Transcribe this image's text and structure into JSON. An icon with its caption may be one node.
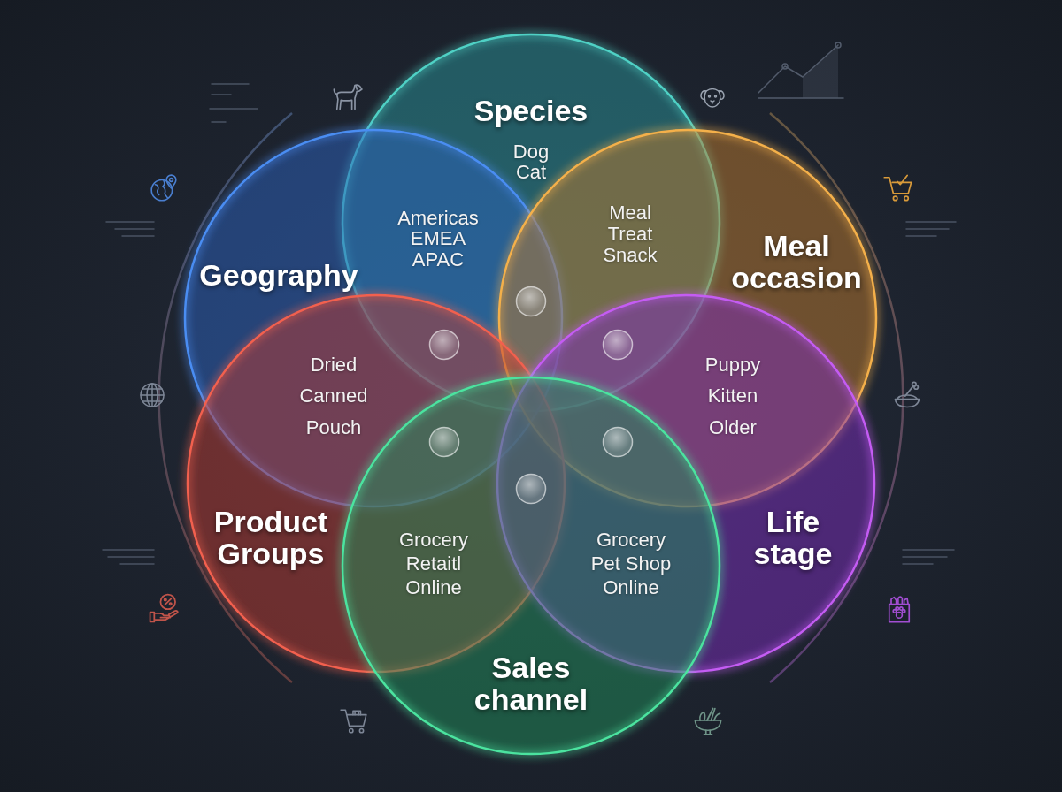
{
  "diagram": {
    "nodes": [
      {
        "text": [
          "Species",
          "Dog Cat"
        ]
      },
      {
        "text": [
          "Geography",
          "Americas EMEA APAC"
        ]
      },
      {
        "text": [
          "Meal occasion",
          "Meal Treat Snack"
        ]
      },
      {
        "text": [
          "Dried Canned Pouch",
          "Product Groups"
        ]
      },
      {
        "text": [
          "Puppy Kitten Older",
          "Life stage"
        ]
      },
      {
        "text": [
          "Sales channel",
          "Grocery Retaitl Online",
          "Grocery Pet Shop Online"
        ]
      }
    ]
  }
}
